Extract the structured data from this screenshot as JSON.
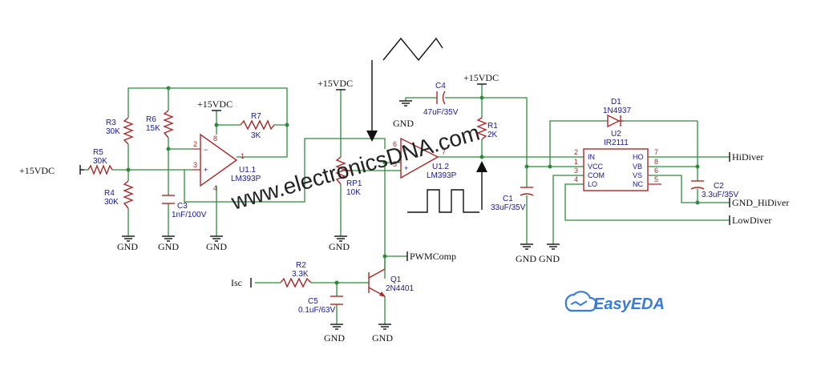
{
  "nets": {
    "vcc_in": "+15VDC",
    "vcc_u1": "+15VDC",
    "vcc_rp": "+15VDC",
    "vcc_r1": "+15VDC",
    "gnd": "GND",
    "hidiver": "HiDiver",
    "gnd_hidiver": "GND_HiDiver",
    "lowdiver": "LowDiver",
    "pwmcomp": "PWMComp",
    "isc": "Isc"
  },
  "components": {
    "R3": {
      "ref": "R3",
      "value": "30K"
    },
    "R4": {
      "ref": "R4",
      "value": "30K"
    },
    "R5": {
      "ref": "R5",
      "value": "30K"
    },
    "R6": {
      "ref": "R6",
      "value": "15K"
    },
    "R7": {
      "ref": "R7",
      "value": "3K"
    },
    "R1": {
      "ref": "R1",
      "value": "2K"
    },
    "R2": {
      "ref": "R2",
      "value": "3.3K"
    },
    "RP1": {
      "ref": "RP1",
      "value": "10K"
    },
    "C1": {
      "ref": "C1",
      "value": "33uF/35V"
    },
    "C2": {
      "ref": "C2",
      "value": "3.3uF/35V"
    },
    "C3": {
      "ref": "C3",
      "value": "1nF/100V"
    },
    "C4": {
      "ref": "C4",
      "value": "47uF/35V"
    },
    "C5": {
      "ref": "C5",
      "value": "0.1uF/63V"
    },
    "D1": {
      "ref": "D1",
      "value": "1N4937"
    },
    "Q1": {
      "ref": "Q1",
      "value": "2N4401"
    },
    "U1_1": {
      "ref": "U1.1",
      "value": "LM393P"
    },
    "U1_2": {
      "ref": "U1.2",
      "value": "LM393P"
    },
    "U2": {
      "ref": "U2",
      "value": "IR2111"
    }
  },
  "pins": {
    "u11_minus": "2",
    "u11_plus": "3",
    "u11_out": "1",
    "u11_v": "8",
    "u11_g": "4",
    "u12_minus": "6",
    "u12_plus": "5",
    "u12_out": "7",
    "u2_in": "2",
    "u2_vcc": "1",
    "u2_com": "3",
    "u2_lo": "4",
    "u2_ho": "7",
    "u2_vb": "8",
    "u2_vs": "6",
    "u2_nc": "5"
  },
  "u2_pin_names": {
    "in": "IN",
    "vcc": "VCC",
    "com": "COM",
    "lo": "LO",
    "ho": "HO",
    "vb": "VB",
    "vs": "VS",
    "nc": "NC"
  },
  "watermark": "www.electronicsDNA.com",
  "brand": "EasyEDA"
}
